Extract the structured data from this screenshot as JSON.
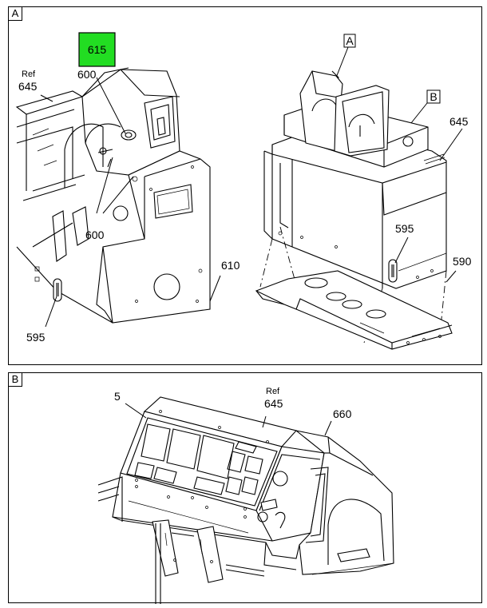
{
  "panels": {
    "a": {
      "tag": "A"
    },
    "b": {
      "tag": "B"
    }
  },
  "callouts": {
    "highlight_615": "615",
    "a_600_top": "600",
    "a_ref_label": "Ref",
    "a_645": "645",
    "a_600_bottom": "600",
    "a_595": "595",
    "a_610": "610",
    "main_tag_a": "A",
    "main_tag_b": "B",
    "main_645": "645",
    "main_595": "595",
    "main_590": "590",
    "b_5": "5",
    "b_ref_label": "Ref",
    "b_645": "645",
    "b_660": "660"
  },
  "colors": {
    "highlight": "#22dd22",
    "line": "#000000",
    "background": "#ffffff"
  }
}
